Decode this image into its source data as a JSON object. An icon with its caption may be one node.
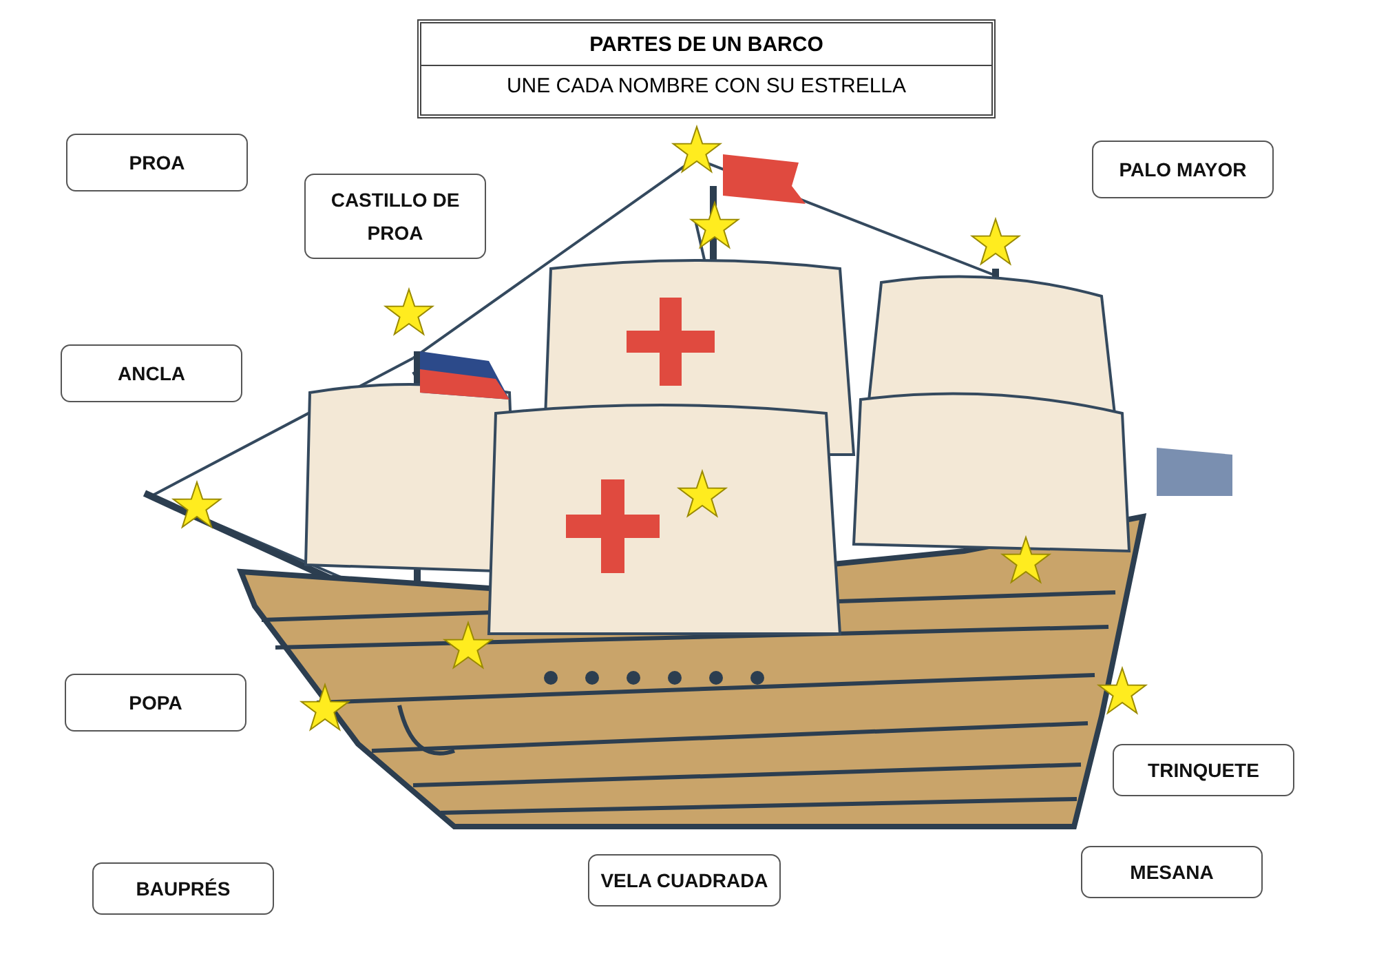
{
  "diagram": {
    "nodes": [
      {
        "text": [
          "PARTES DE UN BARCO",
          "UNE CADA NOMBRE CON SU ESTRELLA"
        ]
      },
      {
        "text": [
          "PROA"
        ]
      },
      {
        "text": [
          "CASTILLO DE PROA"
        ]
      },
      {
        "text": [
          "PALO MAYOR"
        ]
      },
      {
        "text": [
          "ANCLA"
        ]
      },
      {
        "text": [
          "POPA"
        ]
      },
      {
        "text": [
          "TRINQUETE"
        ]
      },
      {
        "text": [
          "BAUPRÉS"
        ]
      },
      {
        "text": [
          "VELA CUADRADA"
        ]
      },
      {
        "text": [
          "MESANA"
        ]
      }
    ],
    "edges": []
  }
}
